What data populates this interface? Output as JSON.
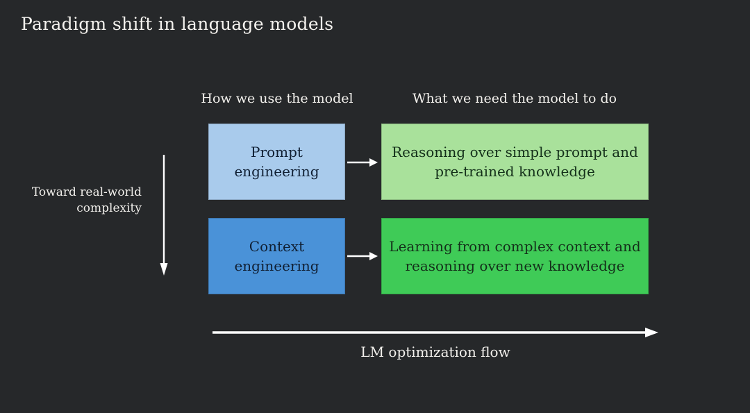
{
  "slide": {
    "title": "Paradigm shift in language models",
    "columns": {
      "how_header": "How we use the model",
      "what_header": "What we need the model to do"
    },
    "rows": [
      {
        "how": "Prompt\nengineering",
        "what": "Reasoning over simple prompt and\npre-trained knowledge"
      },
      {
        "how": "Context\nengineering",
        "what": "Learning from complex context and\nreasoning over new knowledge"
      }
    ],
    "left_axis_label": "Toward real-world\ncomplexity",
    "bottom_axis_label": "LM optimization flow",
    "colors": {
      "background": "#26282a",
      "prompt_box": "#a9cbec",
      "context_box": "#4a92d8",
      "reasoning_box": "#a9e19b",
      "learning_box": "#3fcb57",
      "arrow": "#ffffff",
      "title_text": "#f4f2ee"
    }
  }
}
